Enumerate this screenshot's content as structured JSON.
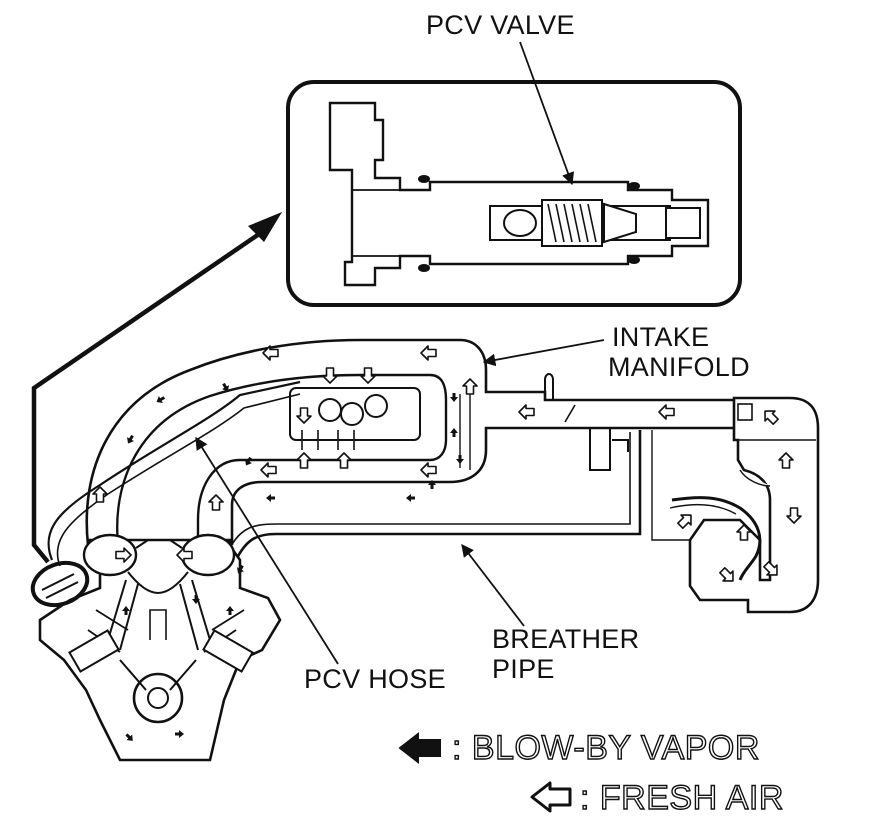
{
  "labels": {
    "pcv_valve": "PCV VALVE",
    "intake_line1": "INTAKE",
    "intake_line2": "MANIFOLD",
    "breather_line1": "BREATHER",
    "breather_line2": "PIPE",
    "pcv_hose": "PCV HOSE"
  },
  "legend": {
    "blowby": ": BLOW-BY VAPOR",
    "fresh": ": FRESH AIR"
  },
  "colors": {
    "ink": "#111111",
    "paper": "#ffffff"
  }
}
